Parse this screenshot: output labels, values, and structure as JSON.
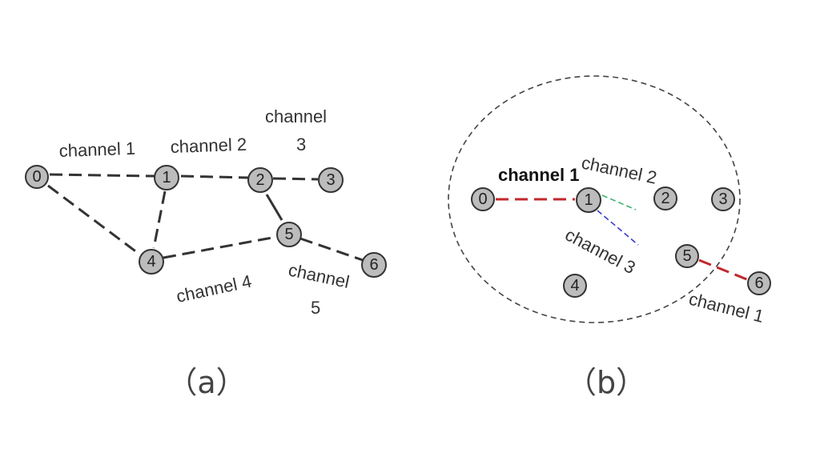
{
  "colors": {
    "node_fill": "#bcbcbc",
    "edge_default": "#333333",
    "channel_1": "#c0282d",
    "channel_2": "#3cb371",
    "channel_3": "#3a3acd"
  },
  "panel_a": {
    "caption": "（a）",
    "nodes": [
      "0",
      "1",
      "2",
      "3",
      "4",
      "5",
      "6"
    ],
    "labels": {
      "channel_1": "channel 1",
      "channel_2": "channel 2",
      "channel_3_line1": "channel",
      "channel_3_line2": "3",
      "channel_4": "channel 4",
      "channel_5_line1": "channel",
      "channel_5_line2": "5"
    }
  },
  "panel_b": {
    "caption": "（b）",
    "nodes": [
      "0",
      "1",
      "2",
      "3",
      "4",
      "5",
      "6"
    ],
    "labels": {
      "channel_1": "channel 1",
      "channel_2": "channel 2",
      "channel_3": "channel 3",
      "channel_1_lower": "channel 1"
    }
  }
}
